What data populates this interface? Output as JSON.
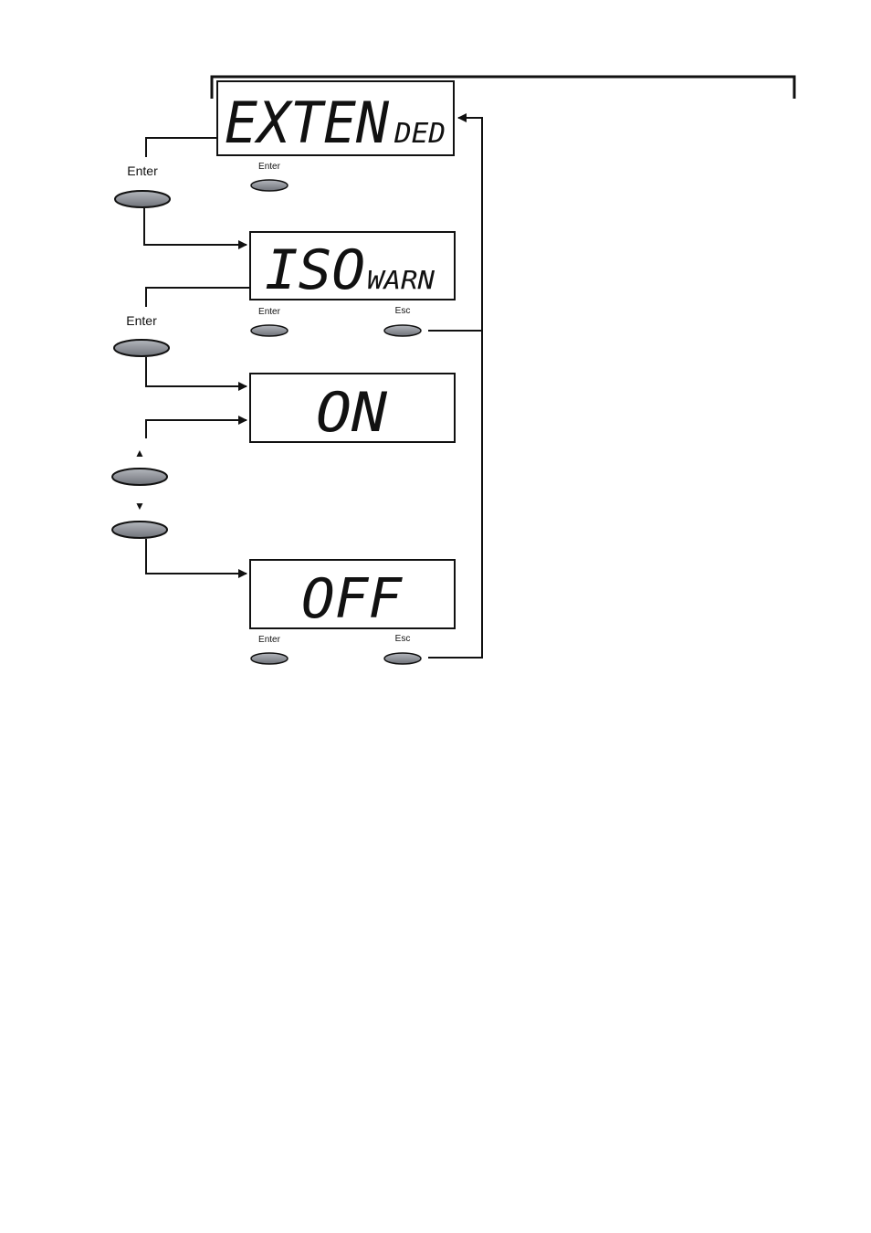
{
  "displays": {
    "extended": {
      "main": "EXTEN",
      "sub": "DED"
    },
    "isowarn": {
      "main": "ISO",
      "sub": "WARN"
    },
    "on": {
      "main": "ON"
    },
    "off": {
      "main": "OFF"
    }
  },
  "buttons": {
    "enter_big_label": "Enter",
    "enter_small_label": "Enter",
    "esc_label": "Esc",
    "up_symbol": "▲",
    "down_symbol": "▼"
  },
  "colors": {
    "button_fill": "#8a8d94",
    "line": "#111111"
  }
}
